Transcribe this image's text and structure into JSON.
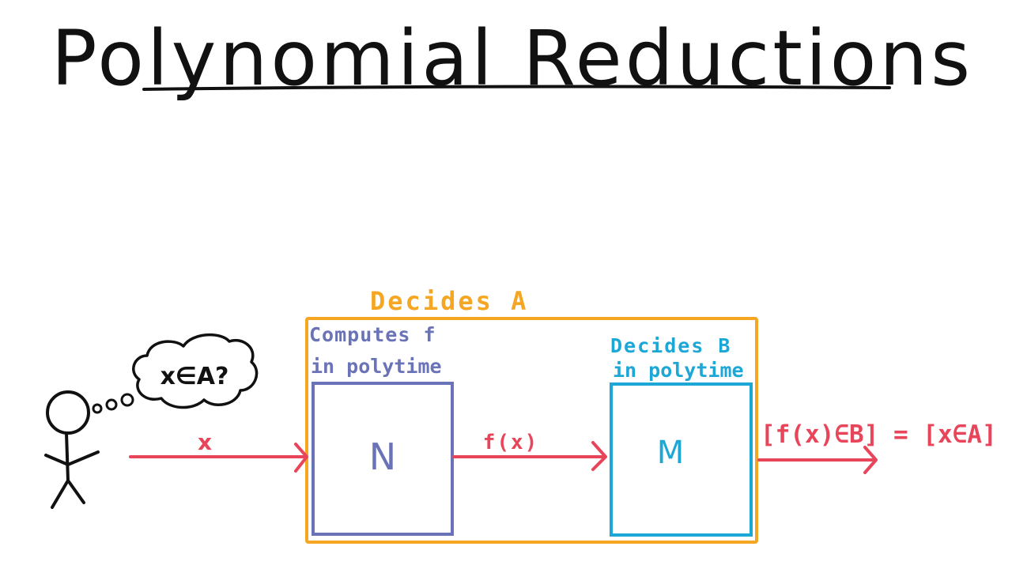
{
  "title": "Polynomial Reductions",
  "person": {
    "thought": "x∈A?"
  },
  "outer_box": {
    "label": "Decides A",
    "color": "#f5a623"
  },
  "machine_n": {
    "caption_line1": "Computes f",
    "caption_line2": "in polytime",
    "name": "N",
    "color": "#6a72b8"
  },
  "machine_m": {
    "caption_line1": "Decides B",
    "caption_line2": "in polytime",
    "name": "M",
    "color": "#1ca7d6"
  },
  "arrows": {
    "input_label": "x",
    "middle_label": "f(x)",
    "output_label": "[f(x)∈B] = [x∈A]",
    "color": "#e8455a"
  }
}
